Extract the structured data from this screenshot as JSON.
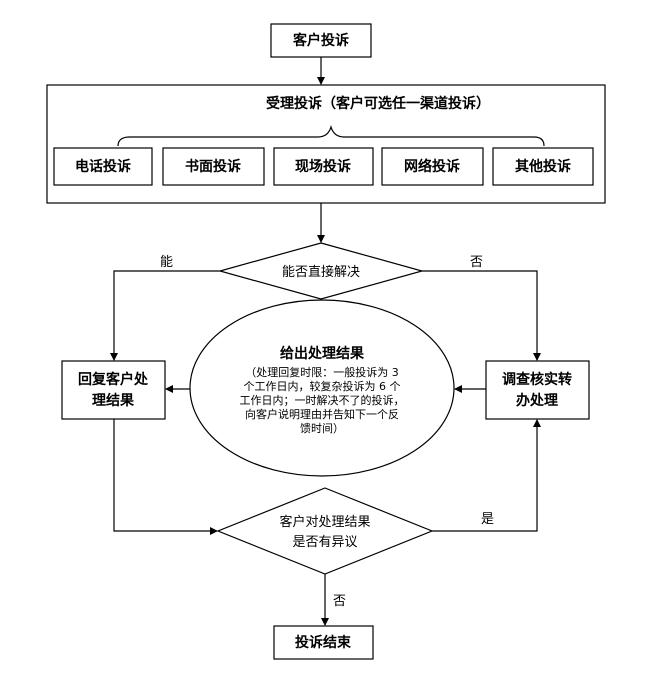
{
  "nodes": {
    "start": "客户投诉",
    "channel_title": "受理投诉（客户可选任一渠道投诉）",
    "channels": [
      "电话投诉",
      "书面投诉",
      "现场投诉",
      "网络投诉",
      "其他投诉"
    ],
    "decision_direct": "能否直接解决",
    "reply": [
      "回复客户处",
      "理结果"
    ],
    "investigate": [
      "调查核实转",
      "办处理"
    ],
    "result_title": "给出处理结果",
    "result_detail": [
      "（处理回复时限：一般投诉为 3",
      "个工作日内，较复杂投诉为 6 个",
      "工作日内；一时解决不了的投诉，",
      "向客户说明理由并告知下一个反",
      "馈时间）"
    ],
    "decision_objection": [
      "客户对处理结果",
      "是否有异议"
    ],
    "end": "投诉结束"
  },
  "edge_labels": {
    "yes_direct": "能",
    "no_direct": "否",
    "yes_objection": "是",
    "no_objection": "否"
  },
  "colors": {
    "stroke": "#000000",
    "fill": "#ffffff"
  }
}
